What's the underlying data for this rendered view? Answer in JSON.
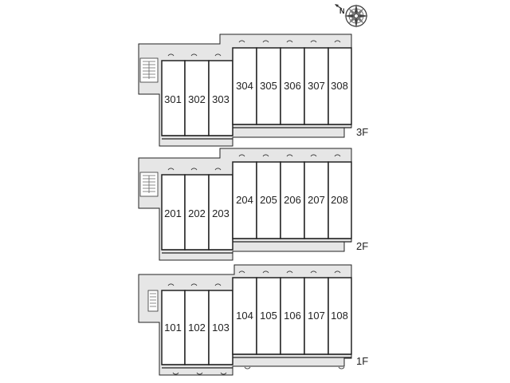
{
  "compass": {
    "north_label": "N",
    "icon": "compass-rose-icon"
  },
  "colors": {
    "wall": "#222222",
    "corridor": "#e6e6e6",
    "stair": "#bbbbbb",
    "background": "#ffffff"
  },
  "floors": [
    {
      "label": "3F",
      "left_units": [
        "301",
        "302",
        "303"
      ],
      "right_units": [
        "304",
        "305",
        "306",
        "307",
        "308"
      ]
    },
    {
      "label": "2F",
      "left_units": [
        "201",
        "202",
        "203"
      ],
      "right_units": [
        "204",
        "205",
        "206",
        "207",
        "208"
      ]
    },
    {
      "label": "1F",
      "left_units": [
        "101",
        "102",
        "103"
      ],
      "right_units": [
        "104",
        "105",
        "106",
        "107",
        "108"
      ]
    }
  ]
}
